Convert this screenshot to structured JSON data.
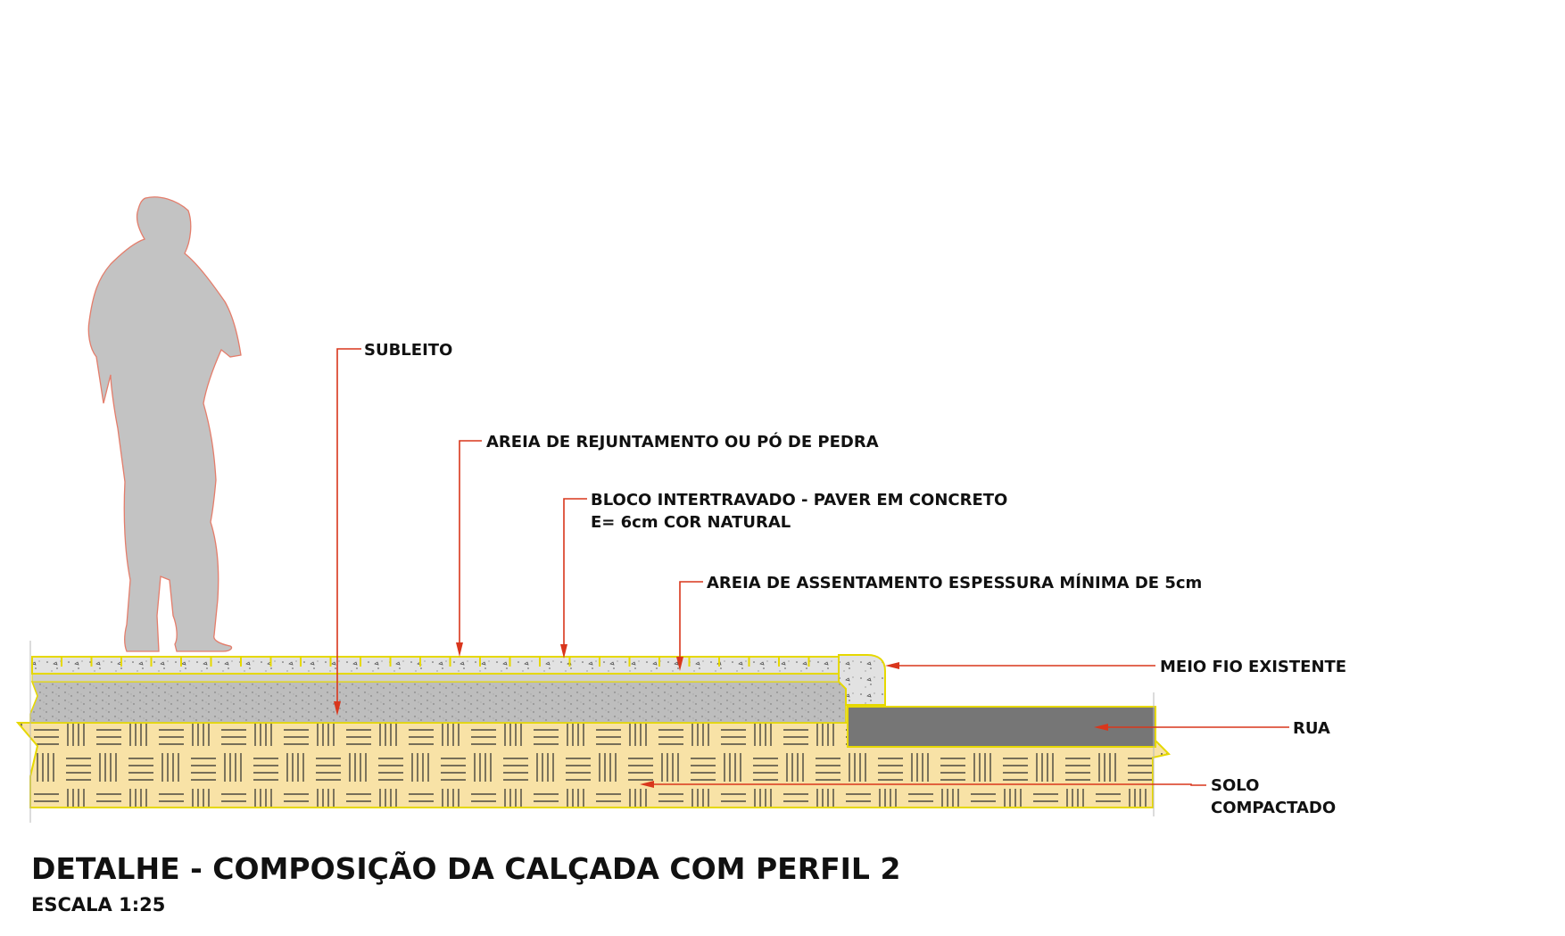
{
  "labels": {
    "subleito": "SUBLEITO",
    "areia_rejuntamento": "AREIA DE REJUNTAMENTO OU PÓ DE PEDRA",
    "bloco_line1": "BLOCO INTERTRAVADO - PAVER EM CONCRETO",
    "bloco_line2": "E= 6cm COR NATURAL",
    "areia_assentamento": "AREIA DE ASSENTAMENTO ESPESSURA MÍNIMA DE 5cm",
    "meio_fio": "MEIO FIO EXISTENTE",
    "rua": "RUA",
    "solo_line1": "SOLO",
    "solo_line2": "COMPACTADO"
  },
  "title": "DETALHE - COMPOSIÇÃO DA CALÇADA COM PERFIL 2",
  "scale": "ESCALA 1:25",
  "colors": {
    "leader": "#d9361c",
    "outline": "#e6d800",
    "paver": "#e0e0e0",
    "subbase": "#b9b9b9",
    "soil": "#f8e2a6",
    "road": "#767676",
    "figure": "#c3c3c3"
  }
}
